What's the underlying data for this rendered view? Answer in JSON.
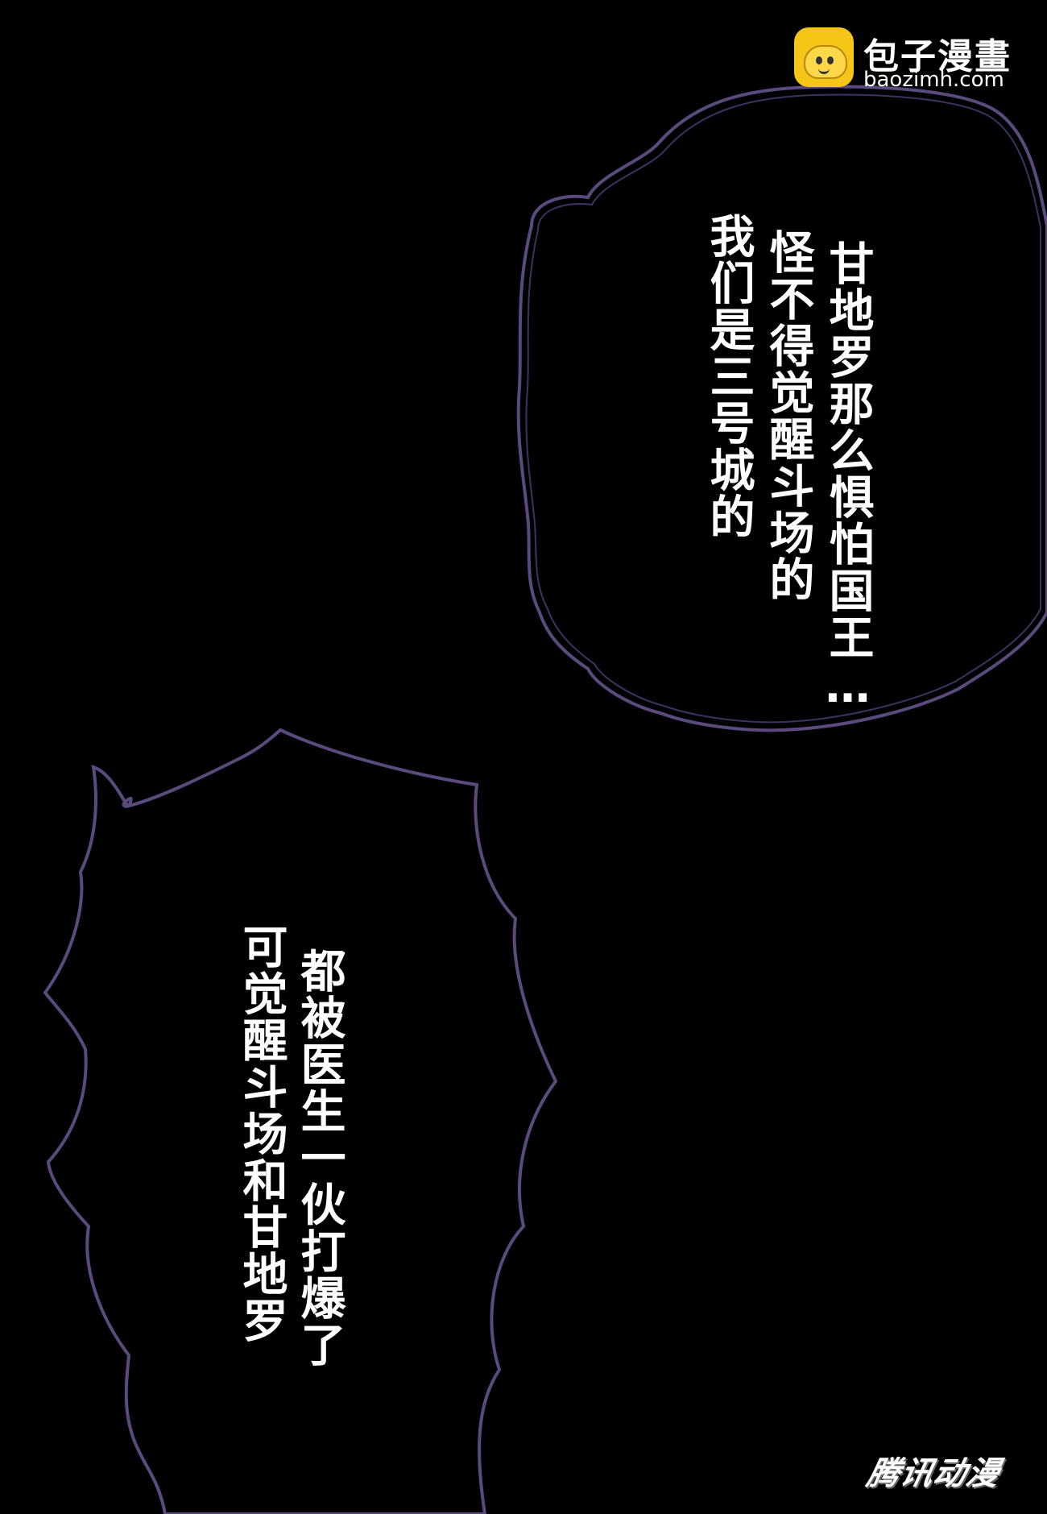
{
  "logo": {
    "title": "包子漫畫",
    "url": "baozimh.com",
    "mascot_icon": "bun-mascot-icon"
  },
  "bubble_top": {
    "lines": [
      "甘地罗那么惧怕国王…",
      "怪不得觉醒斗场的",
      "我们是三号城的"
    ]
  },
  "bubble_bottom": {
    "lines": [
      "都被医生一伙打爆了",
      "可觉醒斗场和甘地罗"
    ]
  },
  "watermark": {
    "text": "腾讯动漫"
  },
  "colors": {
    "background": "#000000",
    "bubble_outline": "#5a4a7e",
    "text": "#ffffff",
    "logo_yellow": "#f5c518"
  }
}
